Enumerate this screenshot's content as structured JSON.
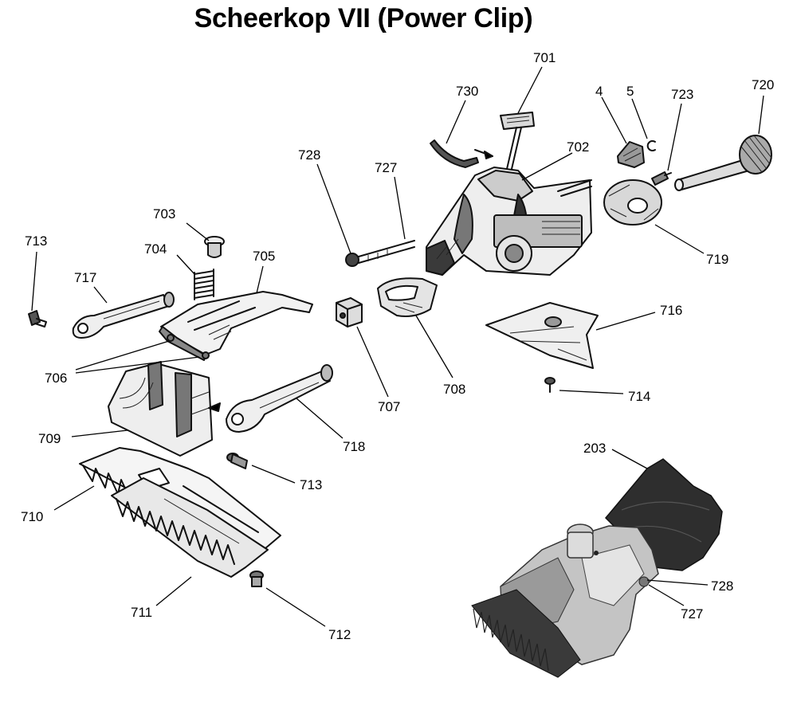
{
  "title": "Scheerkop VII (Power Clip)",
  "colors": {
    "ink": "#111111",
    "metal": "#b9b9b9",
    "rubber": "#2e2e2e"
  },
  "callouts": {
    "p701": "701",
    "p730": "730",
    "p4": "4",
    "p5": "5",
    "p723": "723",
    "p720": "720",
    "p728a": "728",
    "p727a": "727",
    "p702": "702",
    "p703": "703",
    "p704": "704",
    "p705": "705",
    "p713a": "713",
    "p717": "717",
    "p719": "719",
    "p716": "716",
    "p706": "706",
    "p707": "707",
    "p708": "708",
    "p714": "714",
    "p709": "709",
    "p718": "718",
    "p713b": "713",
    "p203": "203",
    "p710": "710",
    "p711": "711",
    "p712": "712",
    "p728b": "728",
    "p727b": "727"
  }
}
